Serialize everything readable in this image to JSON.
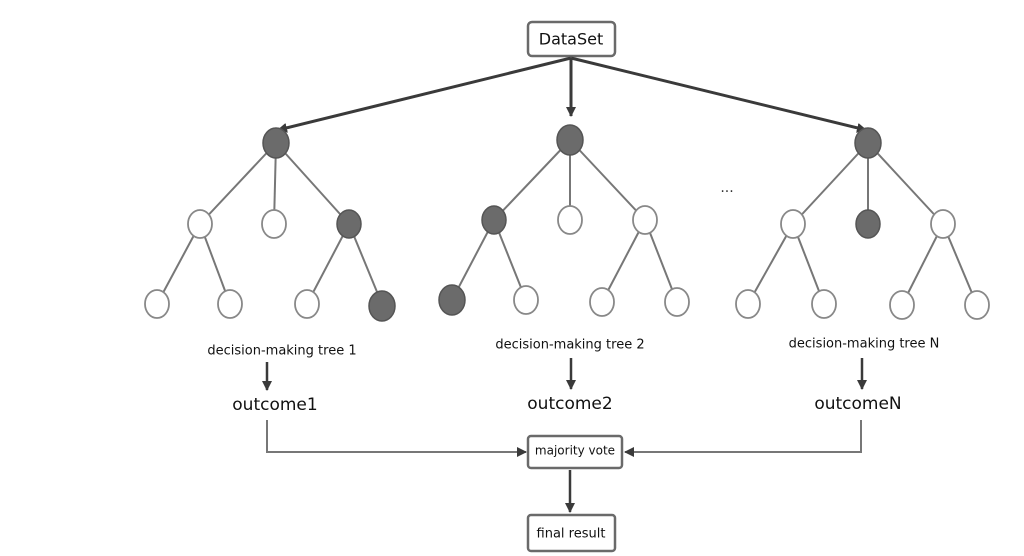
{
  "diagram": {
    "dataset_label": "DataSet",
    "ellipsis": "...",
    "majority_vote_label": "majority vote",
    "final_result_label": "final result",
    "trees": [
      {
        "label": "decision-making tree 1",
        "outcome": "outcome1"
      },
      {
        "label": "decision-making tree 2",
        "outcome": "outcome2"
      },
      {
        "label": "decision-making tree N",
        "outcome": "outcomeN"
      }
    ]
  },
  "colors": {
    "node_filled": "#6b6b6b",
    "node_empty": "#ffffff",
    "line": "#777777",
    "arrow": "#3a3a3a"
  }
}
